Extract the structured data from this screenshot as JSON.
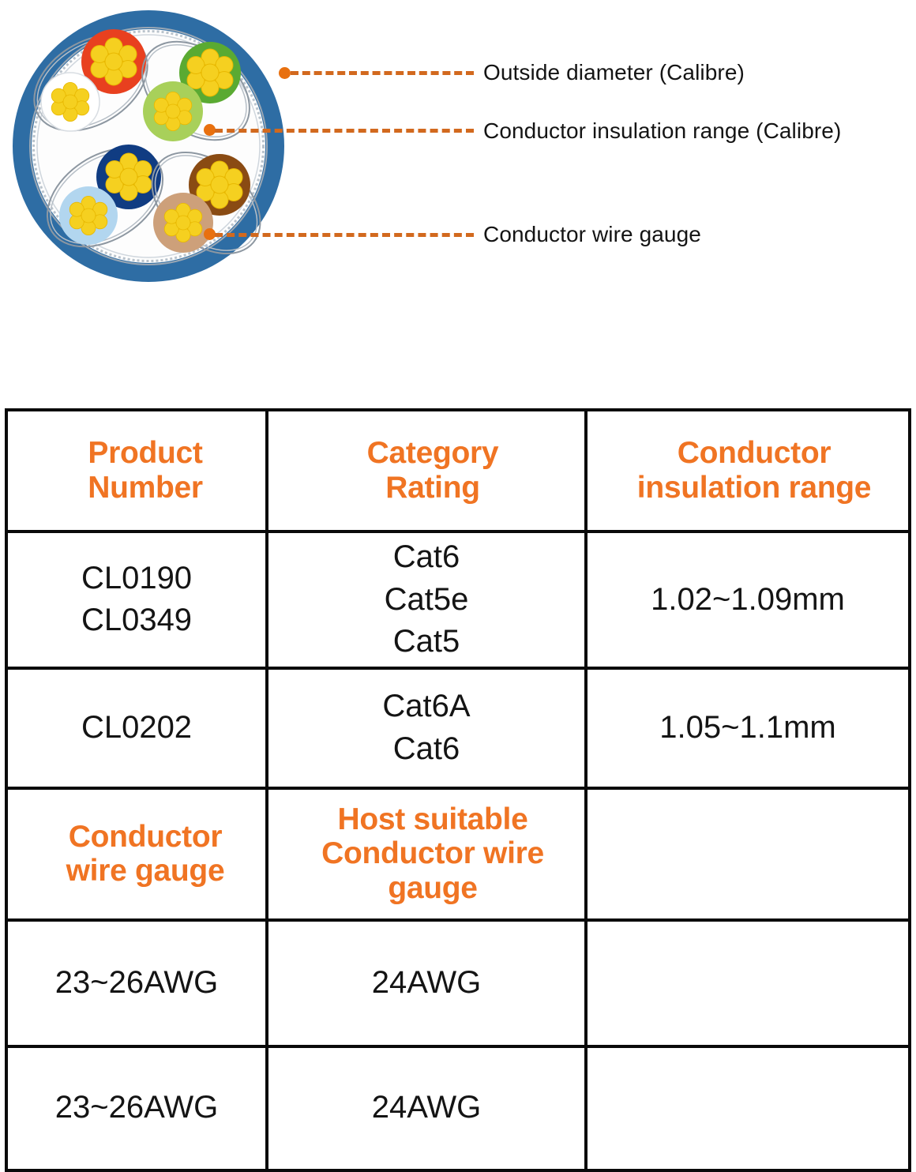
{
  "diagram": {
    "name": "ethernet-cable-cross-section",
    "jacket_color": "#2e6da4",
    "callout_color": "#d2691e",
    "marker_color": "#e8700f",
    "callouts": [
      {
        "id": "outside-diameter",
        "label": "Outside diameter (Calibre)"
      },
      {
        "id": "insulation-range",
        "label": "Conductor insulation range (Calibre)"
      },
      {
        "id": "wire-gauge",
        "label": "Conductor wire gauge"
      }
    ],
    "pairs": [
      {
        "name": "orange-pair",
        "solid": "#e8401f",
        "stripe": "#ffffff"
      },
      {
        "name": "green-pair",
        "solid": "#5aaa32",
        "stripe": "#a8d05a"
      },
      {
        "name": "blue-pair",
        "solid": "#103c82",
        "stripe": "#b2d6ef"
      },
      {
        "name": "brown-pair",
        "solid": "#8a4b13",
        "stripe": "#cda07a"
      }
    ],
    "conductor_strand_color": "#f5d020"
  },
  "table": {
    "name": "cable-specification-table",
    "accent_color": "#f07423",
    "border_color": "#0a0a0a",
    "header_1": {
      "product_number": "Product\nNumber",
      "product_number_line1": "Product",
      "product_number_line2": "Number",
      "category_rating_line1": "Category",
      "category_rating_line2": "Rating",
      "conductor_insulation_line1": "Conductor",
      "conductor_insulation_line2": "insulation range"
    },
    "rows_1": [
      {
        "product_number_line1": "CL0190",
        "product_number_line2": "CL0349",
        "category_line1": "Cat6",
        "category_line2": "Cat5e",
        "category_line3": "Cat5",
        "insulation_range": "1.02~1.09mm"
      },
      {
        "product_number_line1": "CL0202",
        "product_number_line2": "",
        "category_line1": "Cat6A",
        "category_line2": "Cat6",
        "category_line3": "",
        "insulation_range": "1.05~1.1mm"
      }
    ],
    "header_2": {
      "conductor_wire_gauge_line1": "Conductor",
      "conductor_wire_gauge_line2": "wire gauge",
      "host_suitable_line1": "Host suitable",
      "host_suitable_line2": "Conductor wire",
      "host_suitable_line3": "gauge",
      "empty": ""
    },
    "rows_2": [
      {
        "conductor_wire_gauge": "23~26AWG",
        "host_suitable_wire_gauge": "24AWG",
        "empty": ""
      },
      {
        "conductor_wire_gauge": "23~26AWG",
        "host_suitable_wire_gauge": "24AWG",
        "empty": ""
      }
    ]
  }
}
